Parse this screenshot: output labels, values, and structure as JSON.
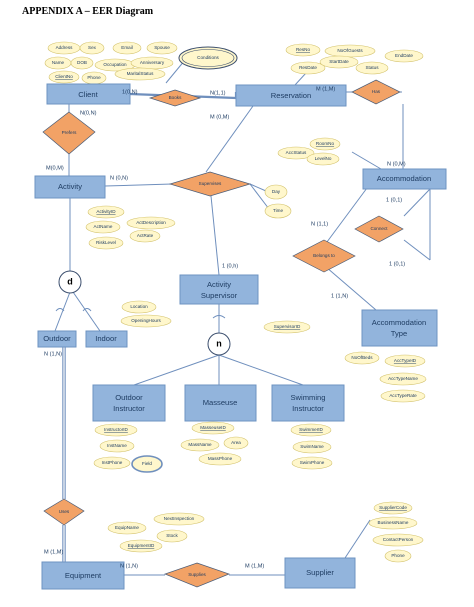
{
  "title": "APPENDIX A – EER Diagram",
  "entities": {
    "client": "Client",
    "reservation": "Reservation",
    "activity": "Activity",
    "accommodation": "Accommodation",
    "activity_supervisor": [
      "Activity",
      "Supervisor"
    ],
    "outdoor": "Outdoor",
    "indoor": "Indoor",
    "accommodation_type": [
      "Accommodation",
      "Type"
    ],
    "outdoor_instructor": [
      "Outdoor",
      "Instructor"
    ],
    "masseuse": "Masseuse",
    "swimming_instructor": [
      "Swimming",
      "Instructor"
    ],
    "equipment": "Equipment",
    "supplier": "Supplier"
  },
  "relationships": {
    "books": "Books",
    "has": "Has",
    "prefers": "Prefers",
    "supervises": "Supervises",
    "connect": "Connect",
    "belongs_to": "Belongs to",
    "uses": "Uses",
    "supplies": "Supplies"
  },
  "specializations": {
    "activity_kind": "d",
    "supervisor_kind": "n"
  },
  "attributes": {
    "client": {
      "address": "Address",
      "sex": "Sex",
      "email": "Email",
      "spouse": "Spouse",
      "name": "Name",
      "dob": "DOB",
      "occupation": "Occupation",
      "anniversary": "Anniversary",
      "conditions": "Conditions",
      "clientno": "ClientNo",
      "phone": "Phone",
      "maritalstatus": "MaritalStatus"
    },
    "reservation": {
      "resno": "ResNo",
      "noofguests": "NoOfGuests",
      "enddate": "EndDate",
      "resdate": "ResDate",
      "startdate": "StartDate",
      "status": "Status"
    },
    "accommodation": {
      "roomno": "RoomNo",
      "accstatus": "AccStatus",
      "levelno": "LevelNo"
    },
    "activity": {
      "activityid": "ActivityID",
      "actdescription": "ActDescription",
      "actname": "ActName",
      "actrate": "ActRate",
      "risklevel": "RiskLevel"
    },
    "supervises": {
      "day": "Day",
      "time": "Time"
    },
    "indoor": {
      "location": "Location",
      "openinghours": "OpeningHours"
    },
    "activity_supervisor": {
      "supervisorid": "SupervisorID"
    },
    "accommodation_type": {
      "noofbeds": "NoOfBeds",
      "acctypeid": "AccTypeID",
      "acctypename": "AccTypeName",
      "acctyperate": "AccTypeRate"
    },
    "outdoor_instructor": {
      "instructorid": "InstructorID",
      "instname": "InstName",
      "instphone": "InstPhone",
      "field": "Field"
    },
    "masseuse": {
      "masseuseid": "MasseuseID",
      "massname": "MassName",
      "area": "Area",
      "massphone": "MassPhone"
    },
    "swimming_instructor": {
      "swimmerid": "SwimmerID",
      "swimname": "SwimName",
      "swimphone": "SwimPhone"
    },
    "equipment": {
      "equipname": "EquipName",
      "nextinspection": "NextInspection",
      "stock": "Stock",
      "equipmentid": "EquipmentID"
    },
    "supplier": {
      "supplierid": "SupplierCode",
      "businessname": "BusinessName",
      "contactperson": "ContactPerson",
      "phone": "Phone"
    }
  },
  "cardinalities": {
    "client_books": "1(0,N)",
    "reservation_books": "N(1,1)",
    "reservation_has": "M (1,M)",
    "accommodation_has": "N (0,M)",
    "reservation_supervises": "M (0,M)",
    "client_prefers": "N(0,N)",
    "activity_prefers": "M(0,M)",
    "activity_supervises": "N (0,N)",
    "supervisor_supervises": "1 (0,h)",
    "accommodation_connect_top": "1 (0,1)",
    "accommodation_connect_bottom": "1 (0,1)",
    "accommodation_belongs": "N (1,1)",
    "type_belongs": "1 (1,N)",
    "outdoor_uses": "N (1,N)",
    "equipment_uses": "M (1,M)",
    "equipment_supplies": "N (1,N)",
    "supplier_supplies": "M (1,M)"
  }
}
